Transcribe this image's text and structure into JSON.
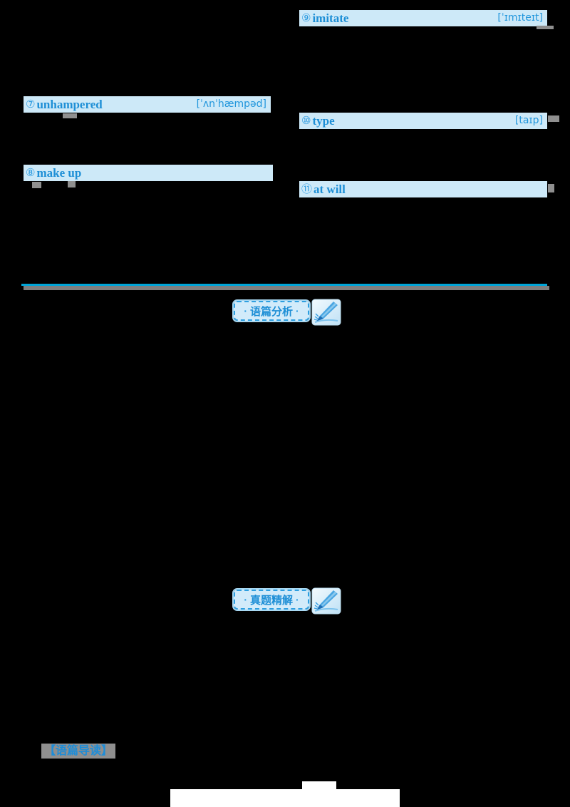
{
  "page": {
    "type": "scanned-textbook-page",
    "background_color": "#000000"
  },
  "colors": {
    "bar_background": "#cde9f8",
    "accent_blue": "#1e8fd6",
    "divider_blue": "#00a5d8",
    "shadow_gray": "#7f7f7f",
    "badge_background": "#d2ebfa",
    "badge_border": "#2e9fe0"
  },
  "vocab": {
    "left": [
      {
        "number": "⑦",
        "word": "unhampered",
        "phonetic": "[ˈʌnˈhæmpəd]"
      },
      {
        "number": "⑧",
        "word": "make up",
        "phonetic": ""
      }
    ],
    "right": [
      {
        "number": "⑨",
        "word": "imitate",
        "phonetic": "[ˈɪmɪteɪt]"
      },
      {
        "number": "⑩",
        "word": "type",
        "phonetic": "[taɪp]"
      },
      {
        "number": "⑪",
        "word": "at will",
        "phonetic": ""
      }
    ]
  },
  "sections": {
    "discourse_analysis": {
      "dot_left": "·",
      "text": "语篇分析",
      "dot_right": "·",
      "icon": "pen-icon"
    },
    "exam_analysis": {
      "dot_left": "·",
      "text": "真题精解",
      "dot_right": "·",
      "icon": "pen-icon"
    }
  },
  "footer": {
    "intro_label": "【语篇导读】"
  }
}
